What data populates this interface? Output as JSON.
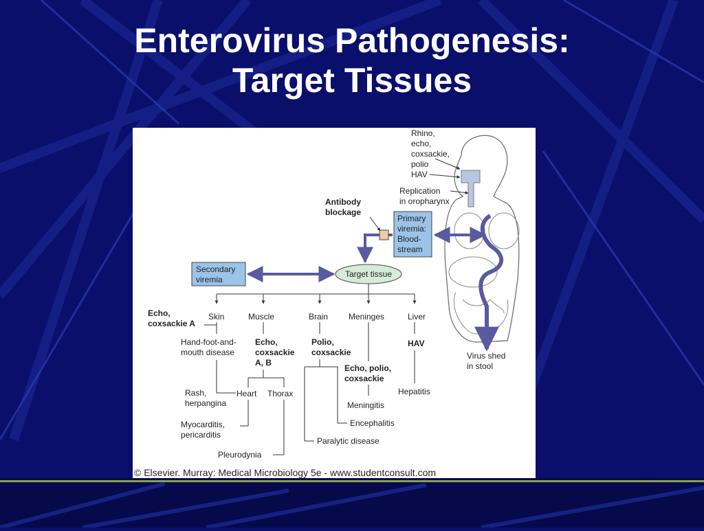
{
  "slide": {
    "title_line1": "Enterovirus Pathogenesis:",
    "title_line2": "Target Tissues"
  },
  "figure": {
    "entry_viruses": [
      "Rhino,",
      "echo,",
      "coxsackie,",
      "polio",
      "HAV"
    ],
    "replication": [
      "Replication",
      "in oropharynx"
    ],
    "antibody": [
      "Antibody",
      "blockage"
    ],
    "primary_viremia": [
      "Primary",
      "viremia:",
      "Blood-",
      "stream"
    ],
    "secondary_viremia": [
      "Secondary",
      "viremia"
    ],
    "target_tissue": "Target tissue",
    "virus_shed": [
      "Virus shed",
      "in stool"
    ],
    "tissues": {
      "skin": "Skin",
      "muscle": "Muscle",
      "brain": "Brain",
      "meninges": "Meninges",
      "liver": "Liver"
    },
    "skin_viruses": [
      "Echo,",
      "coxsackie A"
    ],
    "hfmd": [
      "Hand-foot-and-",
      "mouth disease"
    ],
    "rash": [
      "Rash,",
      "herpangina"
    ],
    "muscle_viruses": [
      "Echo,",
      "coxsackie",
      "A, B"
    ],
    "heart": "Heart",
    "thorax": "Thorax",
    "myocarditis": [
      "Myocarditis,",
      "pericarditis"
    ],
    "pleurodynia": "Pleurodynia",
    "brain_viruses": [
      "Polio,",
      "coxsackie"
    ],
    "meninges_viruses": [
      "Echo, polio,",
      "coxsackie"
    ],
    "meningitis": "Meningitis",
    "encephalitis": "Encephalitis",
    "paralytic": "Paralytic disease",
    "liver_virus": "HAV",
    "hepatitis": "Hepatitis",
    "credit": "© Elsevier. Murray: Medical Microbiology 5e - www.studentconsult.com"
  },
  "colors": {
    "background": "#0a0f6b",
    "box_fill": "#9cc3e8",
    "target_fill": "#d4ecd8",
    "arrow": "#5a5aa0",
    "antibody_fill": "#f3c9a8"
  }
}
